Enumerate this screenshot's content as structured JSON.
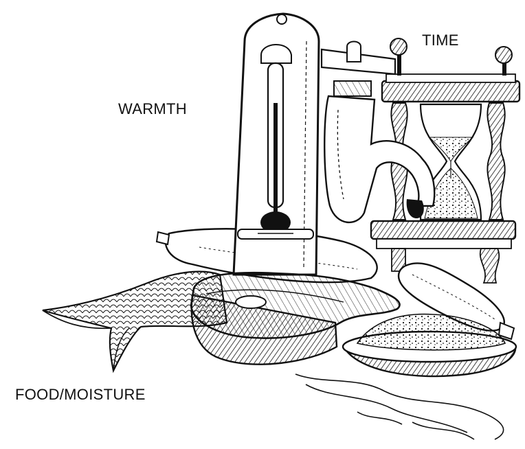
{
  "labels": {
    "warmth": "WARMTH",
    "time": "TIME",
    "food_moisture": "FOOD/MOISTURE"
  },
  "colors": {
    "ink": "#111111",
    "paper": "#ffffff"
  },
  "illustration": {
    "subject": "ink drawing of thermometer, water faucet, hourglass, sausages, fish, ham steak and bowl of food",
    "icons": [
      "thermometer-icon",
      "faucet-icon",
      "hourglass-icon",
      "sausage-icon",
      "fish-icon",
      "ham-steak-icon",
      "food-bowl-icon",
      "water-puddle-icon"
    ]
  }
}
